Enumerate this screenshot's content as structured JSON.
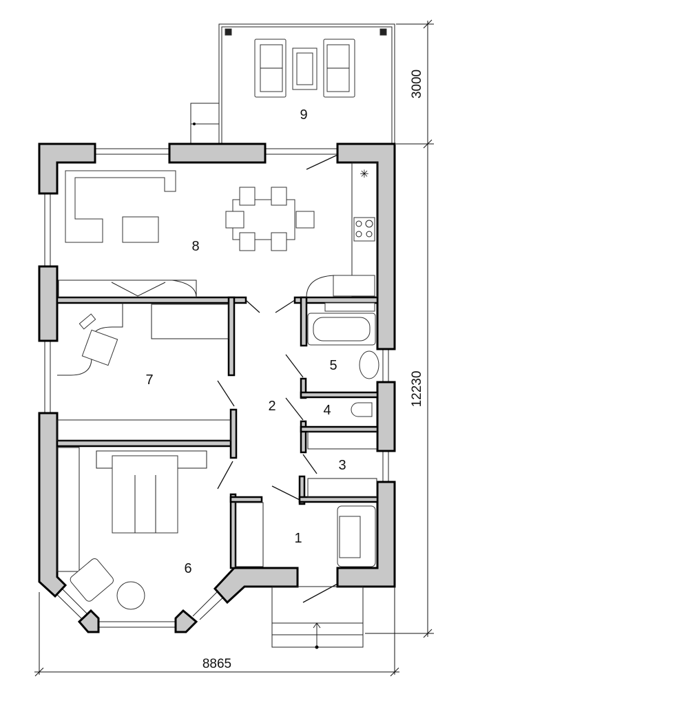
{
  "plan": {
    "rooms": [
      {
        "number": "1"
      },
      {
        "number": "2"
      },
      {
        "number": "3"
      },
      {
        "number": "4"
      },
      {
        "number": "5"
      },
      {
        "number": "6"
      },
      {
        "number": "7"
      },
      {
        "number": "8"
      },
      {
        "number": "9"
      }
    ],
    "dimensions": {
      "terrace_depth": "3000",
      "house_length": "12230",
      "house_width": "8865"
    },
    "colors": {
      "wall_fill": "#c8c8c8",
      "line": "#000000"
    }
  }
}
